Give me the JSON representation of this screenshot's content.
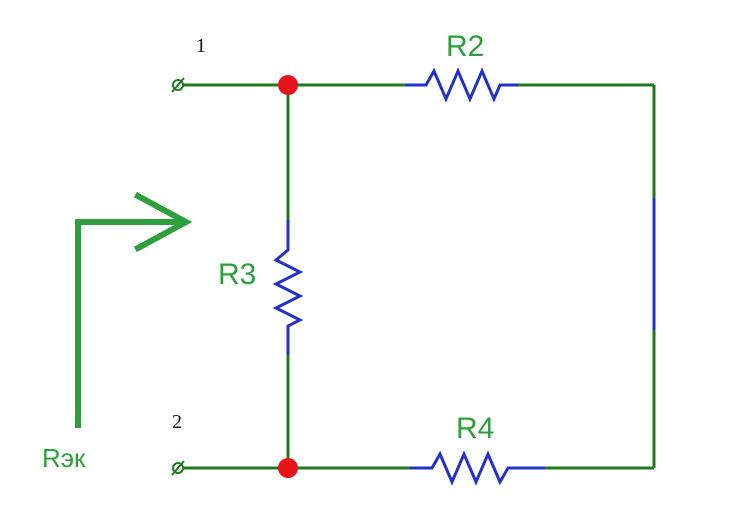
{
  "terminals": {
    "t1": "1",
    "t2": "2"
  },
  "resistors": {
    "r2": "R2",
    "r3": "R3",
    "r4": "R4"
  },
  "equivalent_label": "Rэк",
  "colors": {
    "wire": "#1f7a1f",
    "resistor": "#2431c9",
    "node": "#e8141b",
    "arrow": "#2e9e3e",
    "text": "#111111"
  },
  "icons": {
    "terminal": "open-terminal-icon",
    "node": "junction-dot-icon",
    "arrow": "input-arrow-icon"
  }
}
